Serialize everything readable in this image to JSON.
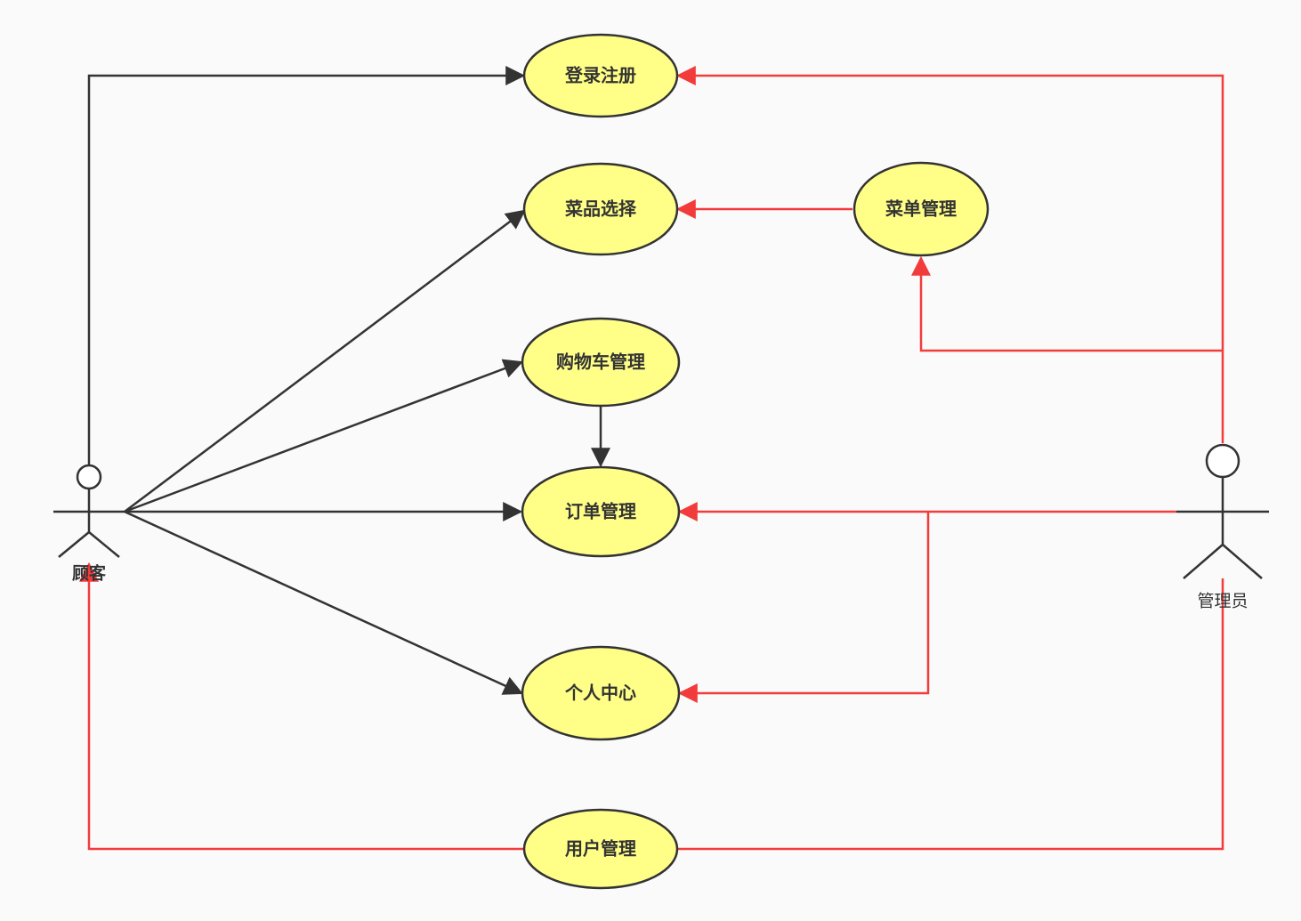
{
  "colors": {
    "background": "#fafafa",
    "usecase_fill": "#ffff88",
    "usecase_stroke": "#333333",
    "customer_edge": "#333333",
    "admin_edge": "#f23c3c"
  },
  "actors": {
    "customer": {
      "label": "顾客"
    },
    "admin": {
      "label": "管理员"
    }
  },
  "usecases": {
    "login": "登录注册",
    "dish_select": "菜品选择",
    "menu_mgmt": "菜单管理",
    "cart_mgmt": "购物车管理",
    "order_mgmt": "订单管理",
    "personal_center": "个人中心",
    "user_mgmt": "用户管理"
  }
}
